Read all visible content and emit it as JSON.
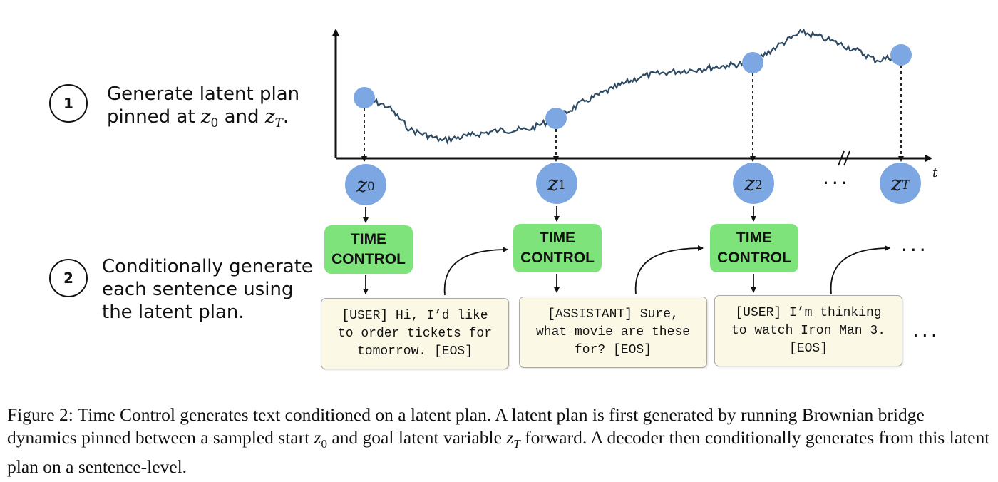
{
  "steps": [
    {
      "number": "1",
      "line1": "Generate latent plan",
      "line2_prefix": "pinned at",
      "line2_mid": "and",
      "line2_suffix": "."
    },
    {
      "number": "2",
      "line1": "Conditionally generate",
      "line2": "each sentence using",
      "line3": "the latent plan."
    }
  ],
  "axis": {
    "t_label": "t",
    "break_mark": "//"
  },
  "nodes": [
    {
      "base": "z",
      "sub": "0"
    },
    {
      "base": "z",
      "sub": "1"
    },
    {
      "base": "z",
      "sub": "2"
    },
    {
      "base": "z",
      "sub": "T"
    }
  ],
  "ellipsis": "···",
  "time_control": {
    "line1": "Time",
    "line2": "Control"
  },
  "sentences": [
    {
      "lines": [
        "[USER] Hi, I’d like",
        "to order tickets for",
        "tomorrow. [EOS]"
      ]
    },
    {
      "lines": [
        "[ASSISTANT] Sure,",
        "what movie are these",
        "for? [EOS]"
      ]
    },
    {
      "lines": [
        "[USER] I’m thinking",
        "to watch Iron Man 3.",
        "[EOS]"
      ]
    }
  ],
  "caption": {
    "label": "Figure 2:",
    "p1": "Time Control generates text conditioned on a latent plan. A latent plan is first generated by running Brownian bridge dynamics pinned between a sampled start",
    "p2": "and goal latent variable",
    "p3": "forward. A decoder then conditionally generates from this latent plan on a sentence-level."
  },
  "colors": {
    "node": "#7da7e3",
    "time_control": "#7ee37a",
    "path": "#2e4a63",
    "sentence_box": "#fbf8e6"
  }
}
